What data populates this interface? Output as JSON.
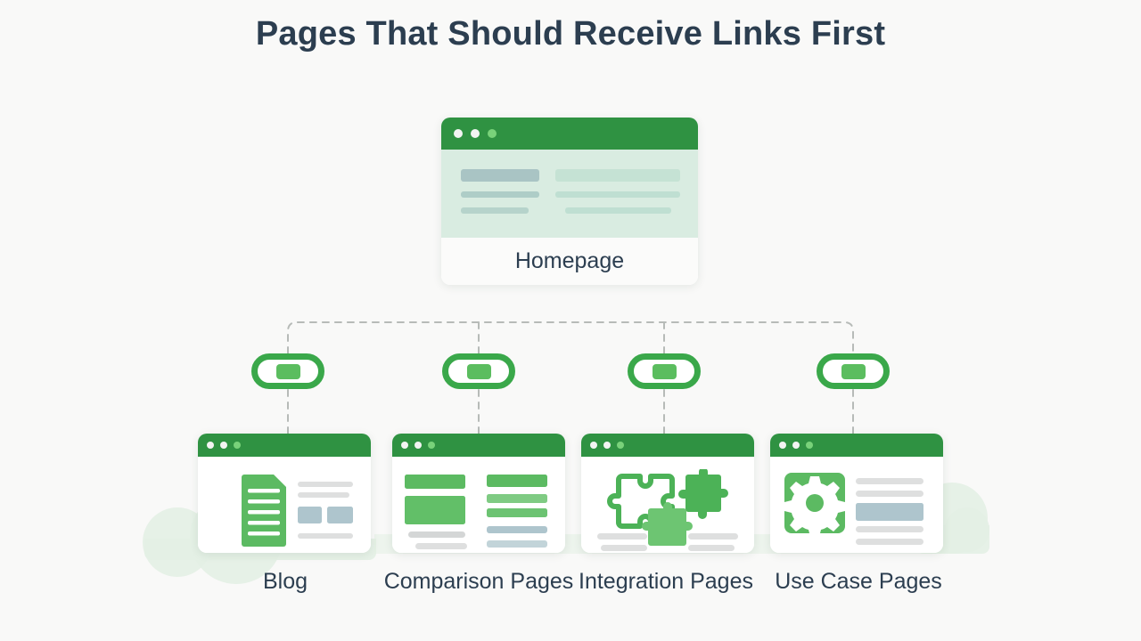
{
  "page": {
    "title": "Pages That Should Receive Links First",
    "background_color": "#f9f9f8",
    "title_color": "#2c3e50"
  },
  "theme": {
    "brand_green": "#2f9242",
    "accent_green": "#3aa84a",
    "light_green": "#5bbd5f",
    "pale_green": "#d9ece1",
    "cloud_green": "#e3f0e4",
    "gray_bar": "#e0e1e1",
    "blue_gray_bar": "#aec5cd",
    "card_white": "#ffffff"
  },
  "root_node": {
    "label": "Homepage",
    "window_dots": [
      "dot-white",
      "dot-white",
      "dot-green"
    ],
    "content_bars_left": [
      "bar-heading",
      "bar-line",
      "bar-line"
    ],
    "content_bars_right": [
      "bar-heading",
      "bar-line",
      "bar-line"
    ]
  },
  "connector": {
    "style": "dashed",
    "color": "#b7bbb8",
    "description": "Homepage branches down to four link icons, each linking to a page card"
  },
  "link_icons": [
    {
      "name": "link-pill-blog"
    },
    {
      "name": "link-pill-comparison"
    },
    {
      "name": "link-pill-integration"
    },
    {
      "name": "link-pill-usecase"
    }
  ],
  "child_nodes": [
    {
      "id": "blog",
      "label": "Blog",
      "icon": "document-icon",
      "window_dots": [
        "dot-white",
        "dot-white",
        "dot-green"
      ]
    },
    {
      "id": "comparison",
      "label": "Comparison Pages",
      "icon": "two-column-layout-icon",
      "window_dots": [
        "dot-white",
        "dot-white",
        "dot-green"
      ]
    },
    {
      "id": "integration",
      "label": "Integration Pages",
      "icon": "puzzle-pieces-icon",
      "window_dots": [
        "dot-white",
        "dot-white",
        "dot-green"
      ]
    },
    {
      "id": "usecase",
      "label": "Use Case Pages",
      "icon": "gear-icon",
      "window_dots": [
        "dot-white",
        "dot-white",
        "dot-green"
      ]
    }
  ]
}
